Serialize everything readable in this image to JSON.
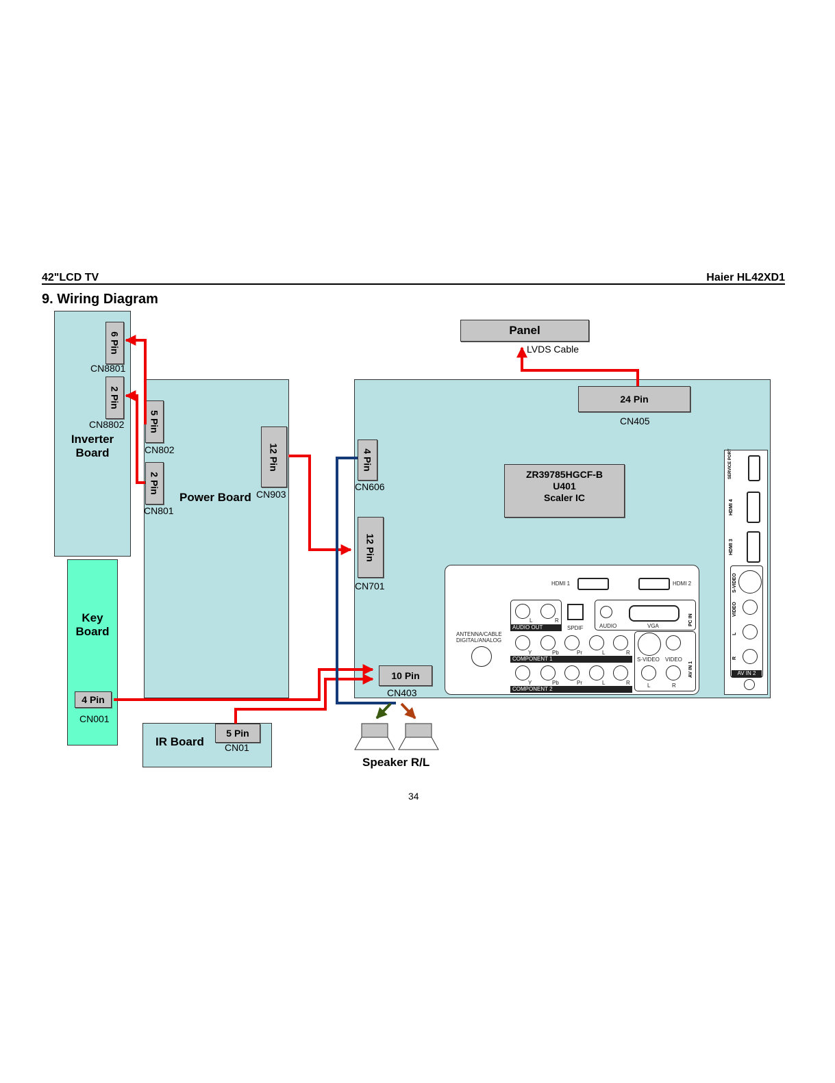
{
  "header": {
    "left": "42\"LCD TV",
    "right": "Haier HL42XD1"
  },
  "section_title": "9. Wiring Diagram",
  "page_number": "34",
  "boards": {
    "inverter": "Inverter\nBoard",
    "power": "Power Board",
    "key": "Key\nBoard",
    "ir": "IR Board",
    "panel": "Panel",
    "speaker": "Speaker R/L"
  },
  "ic": {
    "line1": "ZR39785HGCF-B",
    "line2": "U401",
    "line3": "Scaler IC"
  },
  "connectors": {
    "cn8801": {
      "pins": "6 Pin",
      "name": "CN8801"
    },
    "cn8802": {
      "pins": "2 Pin",
      "name": "CN8802"
    },
    "cn802": {
      "pins": "5 Pin",
      "name": "CN802"
    },
    "cn801": {
      "pins": "2 Pin",
      "name": "CN801"
    },
    "cn903": {
      "pins": "12 Pin",
      "name": "CN903"
    },
    "cn606": {
      "pins": "4 Pin",
      "name": "CN606"
    },
    "cn701": {
      "pins": "12 Pin",
      "name": "CN701"
    },
    "cn405": {
      "pins": "24 Pin",
      "name": "CN405"
    },
    "cn403": {
      "pins": "10 Pin",
      "name": "CN403"
    },
    "cn001": {
      "pins": "4 Pin",
      "name": "CN001"
    },
    "cn01": {
      "pins": "5 Pin",
      "name": "CN01"
    }
  },
  "lvds_label": "LVDS Cable",
  "io_panel": {
    "hdmi1": "HDMI 1",
    "hdmi2": "HDMI 2",
    "l": "L",
    "r": "R",
    "audio_out": "AUDIO OUT",
    "spdif": "SPDIF",
    "audio": "AUDIO",
    "vga": "VGA",
    "pc_in": "PC IN",
    "antenna": "ANTENNA/CABLE",
    "digital": "DIGITAL/ANALOG",
    "y": "Y",
    "pb": "Pb",
    "pr": "Pr",
    "component1": "COMPONENT  1",
    "component2": "COMPONENT  2",
    "svideo": "S-VIDEO",
    "video": "VIDEO",
    "av_in1": "AV IN 1"
  },
  "side_panel": {
    "service_port": "SERVICE PORT",
    "hdmi4": "HDMI 4",
    "hdmi3": "HDMI 3",
    "svideo": "S-VIDEO",
    "video": "VIDEO",
    "l": "L",
    "r": "R",
    "av_in2": "AV IN 2"
  },
  "colors": {
    "board": "#b9e0e3",
    "key_board": "#66ffcc",
    "wire_power": "#ee0000",
    "wire_speaker": "#153a7a"
  }
}
